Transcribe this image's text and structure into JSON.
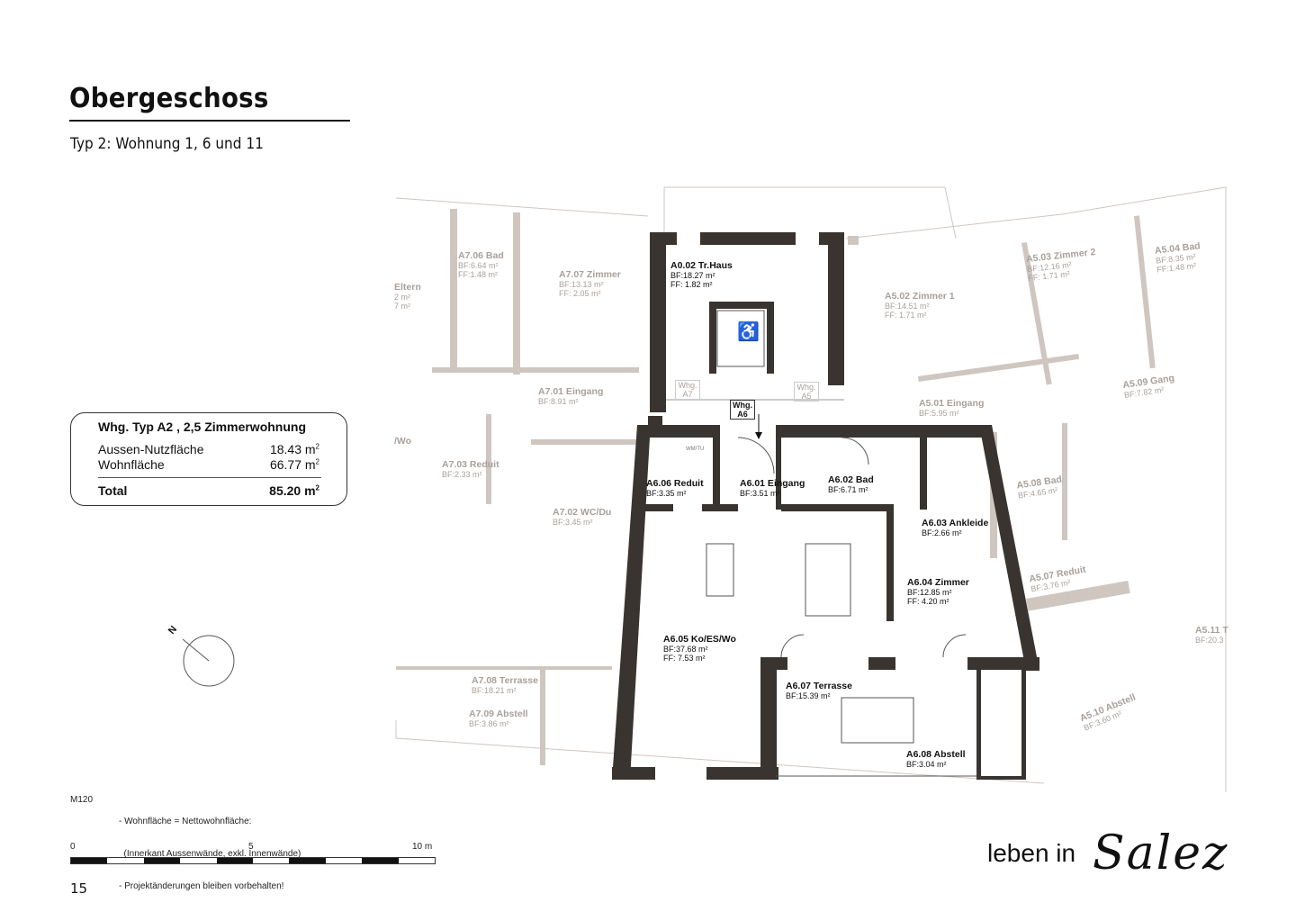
{
  "header": {
    "title": "Obergeschoss",
    "subtitle": "Typ 2: Wohnung 1, 6 und 11"
  },
  "summary": {
    "heading": "Whg. Typ A2 , 2,5 Zimmerwohnung",
    "rows": [
      {
        "label": "Aussen-Nutzfläche",
        "value": "18.43 m",
        "unit_exp": "2"
      },
      {
        "label": "Wohnfläche",
        "value": "66.77 m",
        "unit_exp": "2"
      }
    ],
    "total": {
      "label": "Total",
      "value": "85.20 m",
      "unit_exp": "2"
    }
  },
  "compass": {
    "north_label": "N"
  },
  "notes": {
    "scale": "M120",
    "lines": [
      "- Wohnfläche = Nettowohnfläche:",
      "  (Innerkant Aussenwände, exkl. Innenwände)",
      "- Projektänderungen bleiben vorbehalten!"
    ]
  },
  "scalebar": {
    "ticks": [
      "0",
      "5",
      "10 m"
    ]
  },
  "page_number": "15",
  "brand": {
    "prefix": "leben in",
    "name": "Salez"
  },
  "plan": {
    "active_rooms": [
      {
        "id": "A0.02 Tr.Haus",
        "bf": "BF:18.27 m²",
        "ff": "FF:  1.82 m²"
      },
      {
        "id": "A6.06 Reduit",
        "bf": "BF:3.35 m²"
      },
      {
        "id": "A6.01 Eingang",
        "bf": "BF:3.51 m²"
      },
      {
        "id": "A6.02 Bad",
        "bf": "BF:6.71 m²"
      },
      {
        "id": "A6.03 Ankleide",
        "bf": "BF:2.66 m²"
      },
      {
        "id": "A6.04 Zimmer",
        "bf": "BF:12.85 m²",
        "ff": "FF:  4.20 m²"
      },
      {
        "id": "A6.05 Ko/ES/Wo",
        "bf": "BF:37.68 m²",
        "ff": "FF:  7.53 m²"
      },
      {
        "id": "A6.07 Terrasse",
        "bf": "BF:15.39 m²"
      },
      {
        "id": "A6.08 Abstell",
        "bf": "BF:3.04 m²"
      }
    ],
    "ghost_rooms": [
      {
        "id": "A7.06 Bad",
        "bf": "BF:6.64 m²",
        "ff": "FF:1.48 m²"
      },
      {
        "id": "A7.07 Zimmer",
        "bf": "BF:13.13 m²",
        "ff": "FF:  2.05 m²"
      },
      {
        "id": "Eltern",
        "bf": "2 m²",
        "ff": "7 m²"
      },
      {
        "id": "A7.01 Eingang",
        "bf": "BF:8.91 m²"
      },
      {
        "id": "/Wo"
      },
      {
        "id": "A7.03 Reduit",
        "bf": "BF:2.33 m²"
      },
      {
        "id": "A7.02 WC/Du",
        "bf": "BF:3.45 m²"
      },
      {
        "id": "A7.08 Terrasse",
        "bf": "BF:18.21 m²"
      },
      {
        "id": "A7.09 Abstell",
        "bf": "BF:3.86 m²"
      },
      {
        "id": "A5.02 Zimmer 1",
        "bf": "BF:14.51 m²",
        "ff": "FF:  1.71 m²"
      },
      {
        "id": "A5.03 Zimmer 2",
        "bf": "BF:12.16 m²",
        "ff": "FF:  1.71 m²"
      },
      {
        "id": "A5.04 Bad",
        "bf": "BF:8.35 m²",
        "ff": "FF:1.48 m²"
      },
      {
        "id": "A5.01 Eingang",
        "bf": "BF:5.95 m²"
      },
      {
        "id": "A5.09 Gang",
        "bf": "BF:7.82 m²"
      },
      {
        "id": "A5.08 Bad",
        "bf": "BF:4.65 m²"
      },
      {
        "id": "A5.07 Reduit",
        "bf": "BF:3.76 m²"
      },
      {
        "id": "A5.11 T",
        "bf": "BF:20.3"
      },
      {
        "id": "A5.10 Abstell",
        "bf": "BF:3.60 m²"
      }
    ],
    "unit_tags": {
      "a7": "Whg. A7",
      "a6": "Whg. A6",
      "a5": "Whg. A5"
    },
    "wm_label": "WM/TU",
    "colors": {
      "wall_active": "#3a3430",
      "wall_ghost": "#cfc6c0",
      "line_ghost": "#d9d3cf"
    }
  }
}
